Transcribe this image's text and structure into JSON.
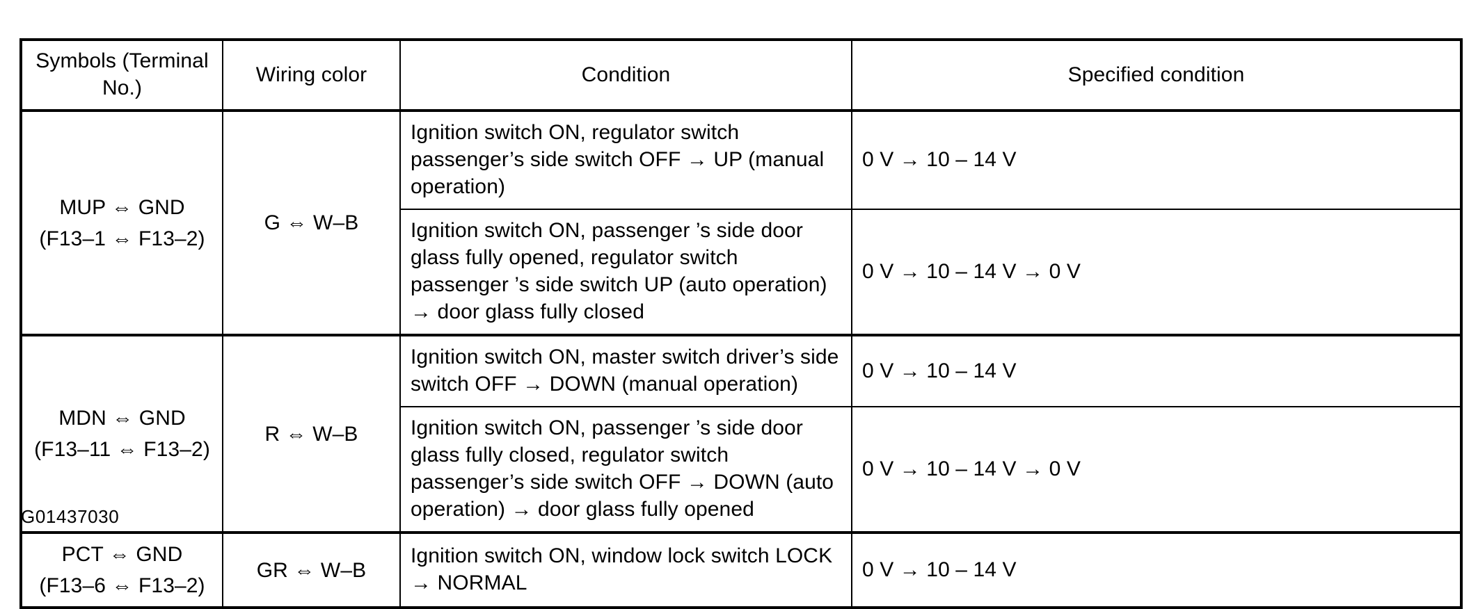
{
  "table": {
    "headers": [
      "Symbols (Terminal No.)",
      "Wiring color",
      "Condition",
      "Specified condition"
    ],
    "groups": [
      {
        "symbol": "MUP ⇔ GND",
        "terminals": "(F13–1 ⇔ F13–2)",
        "wiring_color": "G ⇔ W–B",
        "rows": [
          {
            "condition": "Ignition switch ON, regulator switch passenger’s side switch OFF → UP (manual operation)",
            "specified": "0 V → 10 – 14 V"
          },
          {
            "condition": "Ignition switch ON, passenger ’s side door glass fully opened, regulator switch passenger ’s side switch UP (auto operation) → door glass fully closed",
            "specified": "0 V → 10 – 14 V → 0 V"
          }
        ]
      },
      {
        "symbol": "MDN ⇔ GND",
        "terminals": "(F13–11 ⇔ F13–2)",
        "wiring_color": "R ⇔ W–B",
        "rows": [
          {
            "condition": "Ignition switch ON, master switch driver’s side switch OFF → DOWN (manual operation)",
            "specified": "0 V → 10 – 14 V"
          },
          {
            "condition": "Ignition switch ON, passenger ’s side door glass fully closed, regulator switch passenger’s side switch OFF → DOWN (auto operation) → door glass fully opened",
            "specified": "0 V → 10 – 14 V → 0 V"
          }
        ]
      },
      {
        "symbol": "PCT ⇔ GND",
        "terminals": "(F13–6 ⇔ F13–2)",
        "wiring_color": "GR ⇔ W–B",
        "rows": [
          {
            "condition": "Ignition switch ON, window lock switch LOCK → NORMAL",
            "specified": "0 V → 10 – 14 V"
          }
        ]
      }
    ]
  },
  "caption": "G01437030"
}
